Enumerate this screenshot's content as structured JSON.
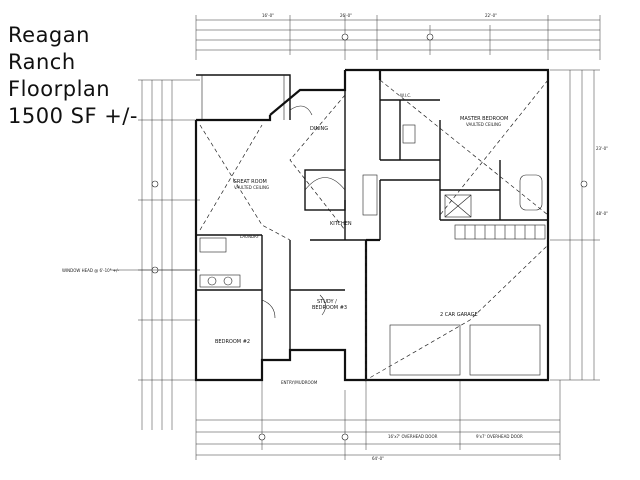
{
  "title": {
    "line1": "Reagan",
    "line2": "Ranch",
    "line3": "Floorplan",
    "line4": "1500 SF +/-"
  },
  "rooms": {
    "great_room": "GREAT ROOM",
    "great_room_sub": "VAULTED CEILING",
    "dining": "DINING",
    "kitchen": "KITCHEN",
    "master_bedroom": "MASTER BEDROOM",
    "master_sub": "VAULTED CEILING",
    "bedroom2": "BEDROOM #2",
    "study": "STUDY /",
    "study_sub": "BEDROOM #3",
    "garage": "2 CAR GARAGE",
    "entry": "ENTRY/MUDROOM",
    "wic": "W.I.C.",
    "laundry": "LAUNDRY"
  },
  "dimensions": {
    "top1": "16'-0\"",
    "top2": "26'-0\"",
    "top3": "22'-0\"",
    "bottom_total": "64'-0\"",
    "right1": "23'-0\"",
    "right2": "48'-0\"",
    "window_head": "WINDOW HEAD @ 6'-10\" +/-",
    "garage_door": "16'x7' OVERHEAD DOOR",
    "garage_door2": "9'x7' OVERHEAD DOOR"
  }
}
